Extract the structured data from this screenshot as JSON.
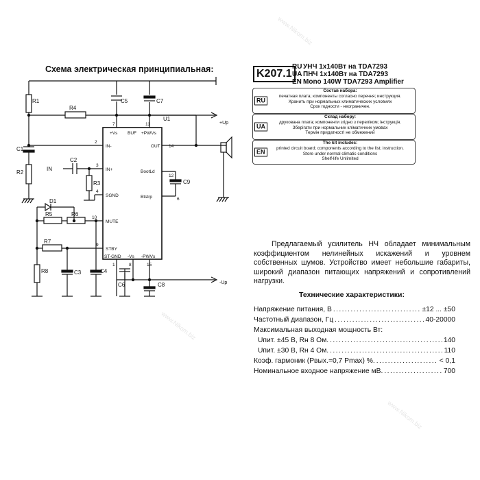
{
  "schematic": {
    "title": "Схема электрическая принципиальная:",
    "parts": {
      "r1": "R1",
      "r2": "R2",
      "r3": "R3",
      "r4": "R4",
      "r5": "R5",
      "r6": "R6",
      "r7": "R7",
      "r8": "R8",
      "c1": "C1",
      "c2": "C2",
      "c3": "C3",
      "c4": "C4",
      "c5": "C5",
      "c6": "C6",
      "c7": "C7",
      "c8": "C8",
      "c9": "C9",
      "d1": "D1",
      "u1": "U1",
      "in": "IN",
      "plus_up": "+Up",
      "minus_up": "-Up"
    },
    "pins": {
      "p_vs": "+Vs",
      "p_buf": "BUF",
      "p_pwvs": "+PWVs",
      "p_inm": "IN-",
      "p_out": "OUT",
      "p_inp": "IN+",
      "p_bootld": "BootLd",
      "p_sgnd": "SGND",
      "p_btstrp": "Btstrp",
      "p_mute": "MUTE",
      "p_stby": "STBY",
      "p_stgnd": "ST-GND",
      "p_mvs": "-Vs",
      "p_mpwvs": "-PWVs",
      "n2": "2",
      "n3": "3",
      "n4": "4",
      "n10": "10",
      "n9": "9",
      "n14": "14",
      "n12": "12",
      "n6": "6",
      "n7": "7",
      "n13": "13",
      "n1": "1",
      "n8": "8",
      "n15": "15"
    }
  },
  "header": {
    "code": "K207.1",
    "lines": [
      {
        "lang": "RU",
        "text": "УНЧ 1x140Вт на TDA7293"
      },
      {
        "lang": "UA",
        "text": "ПНЧ 1x140Вт на TDA7293"
      },
      {
        "lang": "EN",
        "text": "Mono 140W TDA7293 Amplifier"
      }
    ]
  },
  "kits": [
    {
      "badge": "RU",
      "title": "Состав набора:",
      "lines": [
        "печатная плата; компоненты согласно перечня; инструкция.",
        "Хранить при нормальных климатических условиях",
        "Срок годности - неограничен."
      ]
    },
    {
      "badge": "UA",
      "title": "Склад набору:",
      "lines": [
        "друкована плата; компоненти згідно з переліком; інструкція.",
        "Зберігати при нормальних кліматичних умовах",
        "Термін придатності не обмежений"
      ]
    },
    {
      "badge": "EN",
      "title": "The kit includes:",
      "lines": [
        "printed circuit board; components according to the list; instruction.",
        "Store under normal climatic conditions",
        "Shelf-life Unlimited"
      ]
    }
  ],
  "description": "Предлагаемый усилитель НЧ обладает минимальным коэффициентом нелинейных искажений и уровнем собственных шумов. Устройство имеет небольшие габариты, широкий диапазон питающих напряжений и сопротивлений нагрузки.",
  "specs": {
    "title": "Технические характеристики:",
    "supply": {
      "label": "Напряжение питания, В",
      "value": "±12 ... ±50"
    },
    "freq": {
      "label": "Частотный диапазон, Гц",
      "value": "40-20000"
    },
    "power_title": "Максимальная выходная мощность Вт:",
    "power1": {
      "label": "Uпит. ±45 В, Rн 8 Ом.",
      "value": "140"
    },
    "power2": {
      "label": "Uпит. ±30 В, Rн 4 Ом.",
      "value": "110"
    },
    "thd": {
      "label": "Коэф. гармоник (Рвых.=0,7 Рmax) %.",
      "value": "< 0,1"
    },
    "input": {
      "label": "Номинальное входное напряжение мВ.",
      "value": "700"
    }
  },
  "watermark": "www.Nikom.biz"
}
